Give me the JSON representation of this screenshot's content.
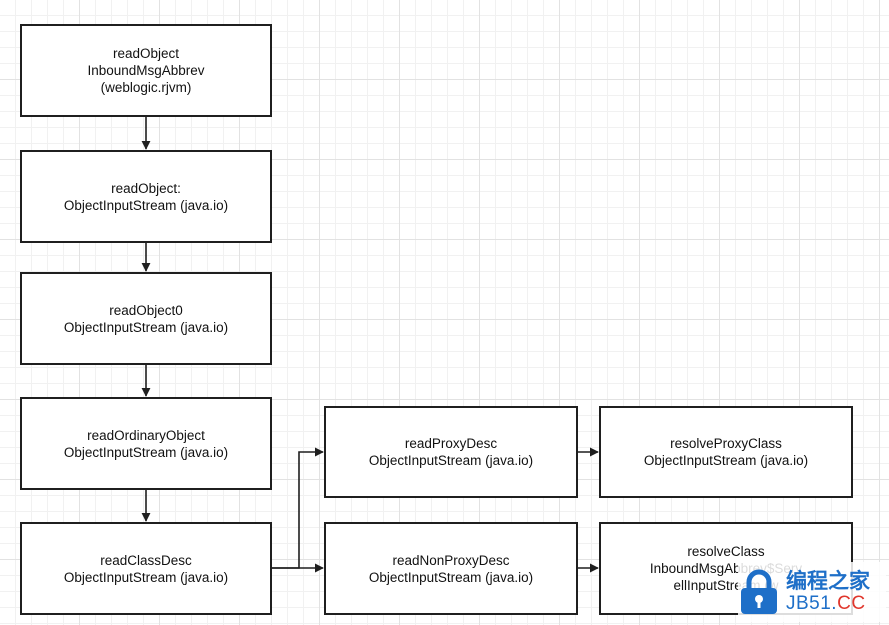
{
  "nodes": [
    {
      "id": "readObject-inbound",
      "lines": [
        "readObject",
        "InboundMsgAbbrev",
        "(weblogic.rjvm)"
      ]
    },
    {
      "id": "readObject-ois",
      "lines": [
        "readObject:",
        "ObjectInputStream (java.io)"
      ]
    },
    {
      "id": "readObject0",
      "lines": [
        "readObject0",
        "ObjectInputStream (java.io)"
      ]
    },
    {
      "id": "readOrdinaryObject",
      "lines": [
        "readOrdinaryObject",
        "ObjectInputStream (java.io)"
      ]
    },
    {
      "id": "readClassDesc",
      "lines": [
        "readClassDesc",
        "ObjectInputStream (java.io)"
      ]
    },
    {
      "id": "readProxyDesc",
      "lines": [
        "readProxyDesc",
        "ObjectInputStream (java.io)"
      ]
    },
    {
      "id": "readNonProxyDesc",
      "lines": [
        "readNonProxyDesc",
        "ObjectInputStream (java.io)"
      ]
    },
    {
      "id": "resolveProxyClass",
      "lines": [
        "resolveProxyClass",
        "ObjectInputStream (java.io)"
      ]
    },
    {
      "id": "resolveClass",
      "lines": [
        "resolveClass",
        "InboundMsgAbbrev$Serv",
        "ellInputStream (w"
      ]
    }
  ],
  "edges": [
    {
      "from": "readObject-inbound",
      "to": "readObject-ois"
    },
    {
      "from": "readObject-ois",
      "to": "readObject0"
    },
    {
      "from": "readObject0",
      "to": "readOrdinaryObject"
    },
    {
      "from": "readOrdinaryObject",
      "to": "readClassDesc"
    },
    {
      "from": "readClassDesc",
      "to": "readProxyDesc"
    },
    {
      "from": "readClassDesc",
      "to": "readNonProxyDesc"
    },
    {
      "from": "readProxyDesc",
      "to": "resolveProxyClass"
    },
    {
      "from": "readNonProxyDesc",
      "to": "resolveClass"
    }
  ],
  "watermark": {
    "line1": "编程之家",
    "line2_main": "JB51.",
    "line2_accent": "CC"
  },
  "colors": {
    "stroke": "#1f1f1f",
    "watermark_blue": "#1e6fc8",
    "watermark_red": "#e0362c"
  }
}
